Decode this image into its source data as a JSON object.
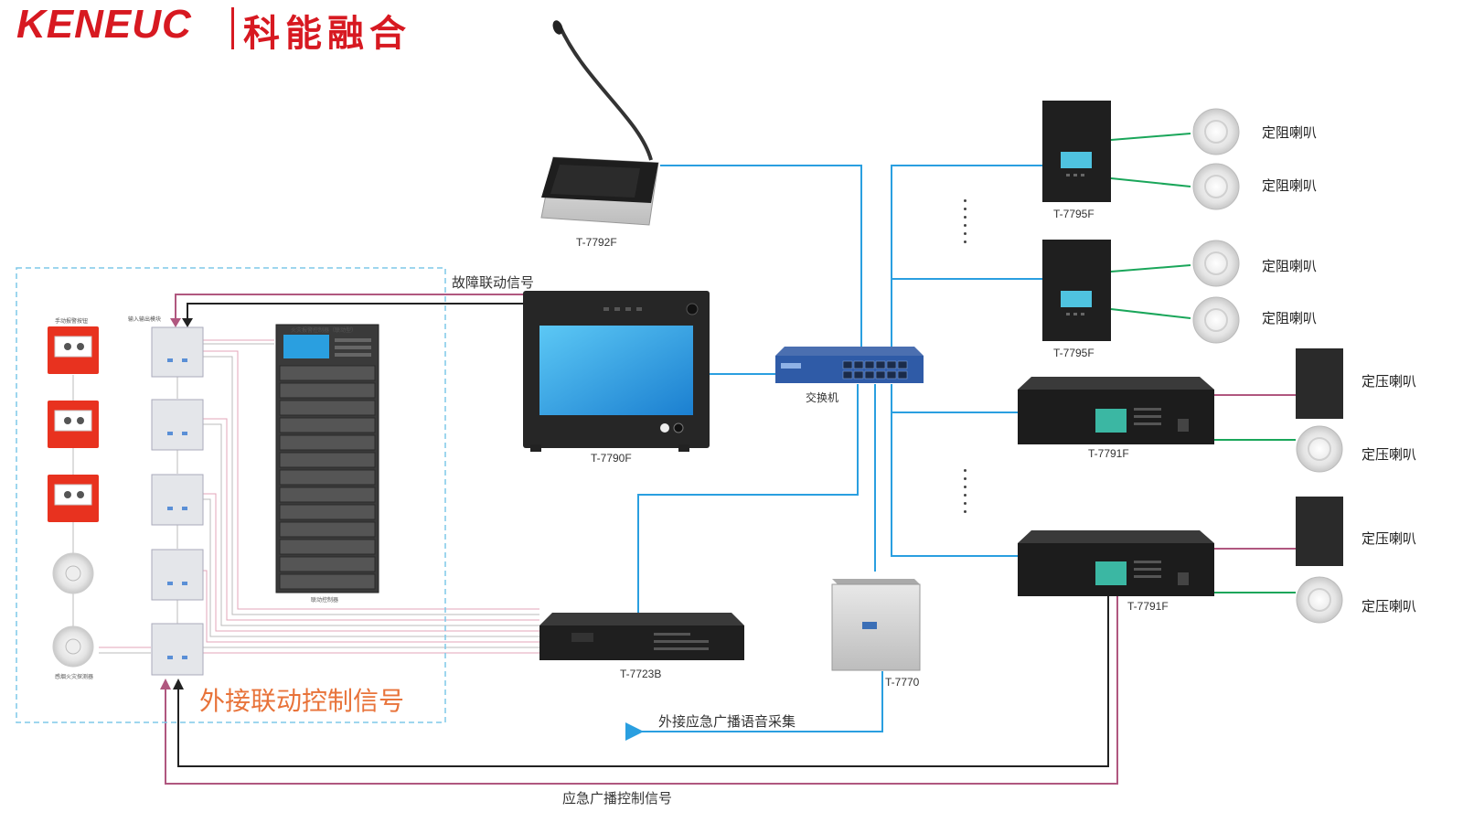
{
  "logo": {
    "brand": "KENEUC",
    "chinese": "科能融合",
    "color": "#d71921"
  },
  "devices": {
    "mic_console": "T-7792F",
    "main_host": "T-7790F",
    "switch": "交换机",
    "decoder_top": "T-7795F",
    "decoder_mid": "T-7795F",
    "amp_top": "T-7791F",
    "amp_bottom": "T-7791F",
    "control_unit": "T-7723B",
    "collector": "T-7770"
  },
  "speakers": {
    "fixed_impedance": "定阻喇叭",
    "fixed_voltage": "定压喇叭"
  },
  "signals": {
    "fault_link": "故障联动信号",
    "ext_link_control": "外接联动控制信号",
    "ext_emergency_audio": "外接应急广播语音采集",
    "emergency_control": "应急广播控制信号"
  },
  "fire_panel": {
    "manual_alarm_label": "手动报警按钮",
    "smoke_detector_label": "感烟火灾探测器",
    "io_module_label": "输入输出模块",
    "controller_title": "火灾报警控制器（联动型）",
    "controller_label": "联动控制器"
  },
  "colors": {
    "network_line": "#2a9fe0",
    "speaker_green": "#1aa65a",
    "control_pink": "#b0577f",
    "dashed_box": "#7ec8e8",
    "fire_red": "#e8321f"
  }
}
